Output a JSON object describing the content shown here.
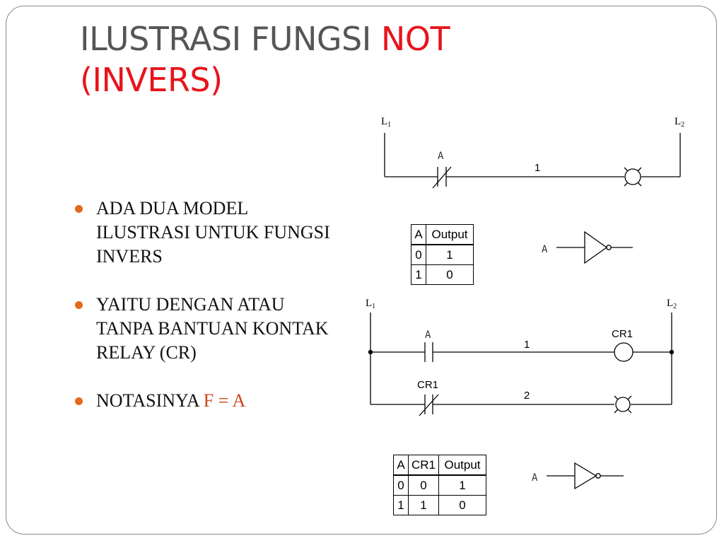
{
  "title": {
    "part1": "ILUSTRASI FUNGSI ",
    "part2": "NOT",
    "part3": "(INVERS)"
  },
  "bullets": [
    {
      "text": "ADA DUA MODEL ILUSTRASI UNTUK FUNGSI INVERS"
    },
    {
      "text": "YAITU DENGAN ATAU TANPA BANTUAN KONTAK RELAY (CR)"
    },
    {
      "prefix": "NOTASINYA ",
      "accent": "F = A"
    }
  ],
  "diagram1": {
    "rail_left": "L",
    "rail_left_sub": "1",
    "rail_right": "L",
    "rail_right_sub": "2",
    "contact_label": "A",
    "rung_number": "1"
  },
  "table1": {
    "headers": [
      "A",
      "Output"
    ],
    "rows": [
      [
        "0",
        "1"
      ],
      [
        "1",
        "0"
      ]
    ]
  },
  "gate1": {
    "input_label": "A"
  },
  "diagram2": {
    "rail_left": "L",
    "rail_left_sub": "1",
    "rail_right": "L",
    "rail_right_sub": "2",
    "contact1_label": "A",
    "coil_label": "CR1",
    "rung1_number": "1",
    "contact2_label": "CR1",
    "rung2_number": "2"
  },
  "table2": {
    "headers": [
      "A",
      "CR1",
      "Output"
    ],
    "rows": [
      [
        "0",
        "0",
        "1"
      ],
      [
        "1",
        "1",
        "0"
      ]
    ]
  },
  "gate2": {
    "input_label": "A"
  },
  "colors": {
    "title_gray": "#555555",
    "title_red": "#e8141c",
    "bullet_dot": "#e3691b",
    "accent_text": "#c8461b"
  }
}
